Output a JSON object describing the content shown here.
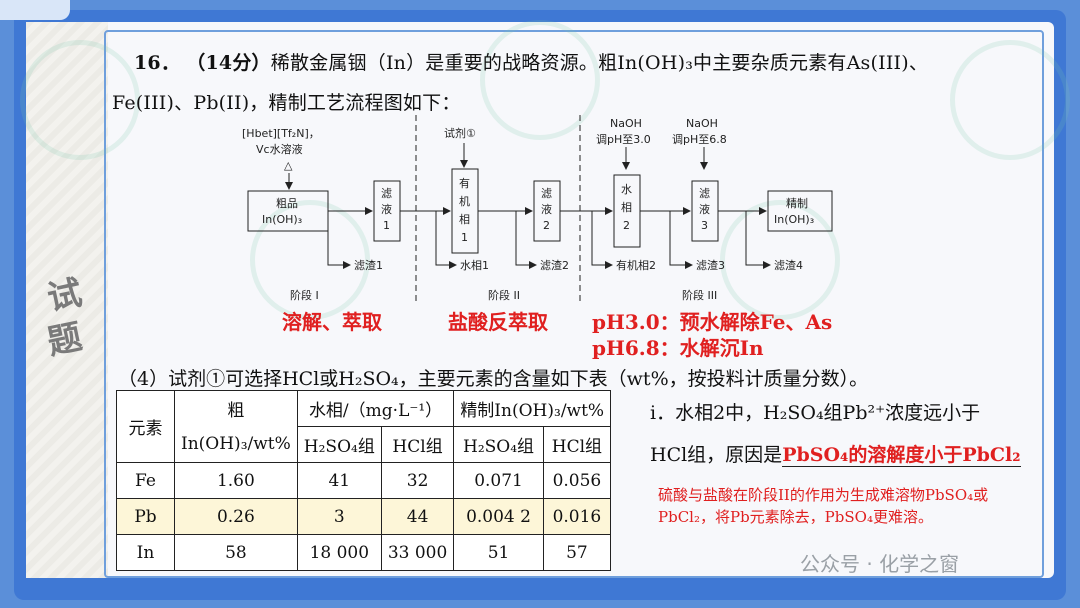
{
  "question": {
    "number": "16．",
    "points": "（14分）",
    "line1": "稀散金属铟（In）是重要的战略资源。粗In(OH)₃中主要杂质元素有As(III)、",
    "line2": "Fe(III)、Pb(II)，精制工艺流程图如下："
  },
  "side_word": [
    "试",
    "题"
  ],
  "flow": {
    "reagent_top_1": "[Hbet][Tf₂N]，",
    "reagent_top_2": "Vc水溶液",
    "reagent_top_3": "△",
    "reagent_ii": "试剂①",
    "naoh1_a": "NaOH",
    "naoh1_b": "调pH至3.0",
    "naoh2_a": "NaOH",
    "naoh2_b": "调pH至6.8",
    "box_crude_1": "粗品",
    "box_crude_2": "In(OH)₃",
    "box_filtrate1": [
      "滤",
      "液",
      "1"
    ],
    "box_organic1": [
      "有",
      "机",
      "相",
      "1"
    ],
    "box_filtrate2": [
      "滤",
      "液",
      "2"
    ],
    "box_water2": [
      "水",
      "相",
      "2"
    ],
    "box_filtrate3": [
      "滤",
      "液",
      "3"
    ],
    "box_refined_1": "精制",
    "box_refined_2": "In(OH)₃",
    "out_residue1": "滤渣1",
    "out_water1": "水相1",
    "out_residue2": "滤渣2",
    "out_organic2": "有机相2",
    "out_residue3": "滤渣3",
    "out_residue4": "滤渣4",
    "stage1": "阶段 I",
    "stage2": "阶段 II",
    "stage3": "阶段 III",
    "stage1_note": "溶解、萃取",
    "stage2_note": "盐酸反萃取",
    "stage3_note_1": "pH3.0：预水解除Fe、As",
    "stage3_note_2": "pH6.8：水解沉In"
  },
  "q4": "（4）试剂①可选择HCl或H₂SO₄，主要元素的含量如下表（wt%，按投料计质量分数）。",
  "table": {
    "h_element": "元素",
    "h_crude_a": "粗",
    "h_crude_b": "In(OH)₃/wt%",
    "h_water": "水相/（mg·L⁻¹）",
    "h_refined": "精制In(OH)₃/wt%",
    "h_h2so4": "H₂SO₄组",
    "h_hcl": "HCl组",
    "rows": [
      [
        "Fe",
        "1.60",
        "41",
        "32",
        "0.071",
        "0.056"
      ],
      [
        "Pb",
        "0.26",
        "3",
        "44",
        "0.004 2",
        "0.016"
      ],
      [
        "In",
        "58",
        "18 000",
        "33 000",
        "51",
        "57"
      ]
    ]
  },
  "answer": {
    "line1": "i．水相2中，H₂SO₄组Pb²⁺浓度远小于",
    "line2_prefix": "HCl组，原因是",
    "line2_red": "PbSO₄的溶解度小于PbCl₂",
    "note": "硫酸与盐酸在阶段II的作用为生成难溶物PbSO₄或PbCl₂，将Pb元素除去，PbSO₄更难溶。"
  },
  "footer": "公众号 · 化学之窗",
  "colors": {
    "frame": "#3f78d4",
    "accent_red": "#e02020",
    "pb_highlight": "#fdf6d8"
  }
}
